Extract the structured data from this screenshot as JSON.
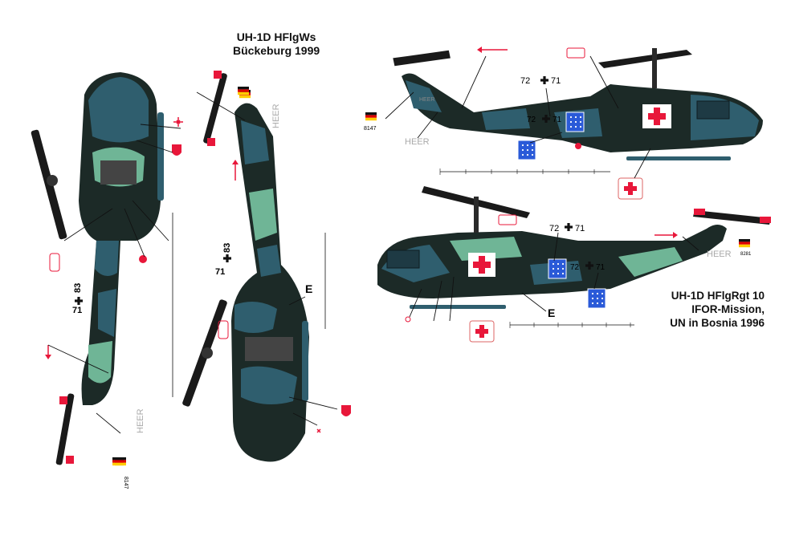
{
  "title_top": {
    "line1": "UH-1D  HFlgWs",
    "line2": "Bückeburg 1999"
  },
  "title_bottom": {
    "line1": "UH-1D  HFlgRgt 10",
    "line2": "IFOR-Mission,",
    "line3": "UN in Bosnia 1996"
  },
  "markings": {
    "heer": "HEER",
    "serial_a": "71",
    "serial_b": "83",
    "serial_c": "72",
    "serial_d": "71",
    "letter_e": "E",
    "flag_code": "8147",
    "small_code": "8281"
  },
  "colors": {
    "camo_dark": "#1c2a27",
    "camo_blue": "#2f5e6e",
    "camo_green": "#6fb596",
    "red": "#e8173a",
    "flag_black": "#111111",
    "flag_red": "#dd0000",
    "flag_gold": "#ffcc00",
    "un_blue": "#2a5ad8"
  }
}
